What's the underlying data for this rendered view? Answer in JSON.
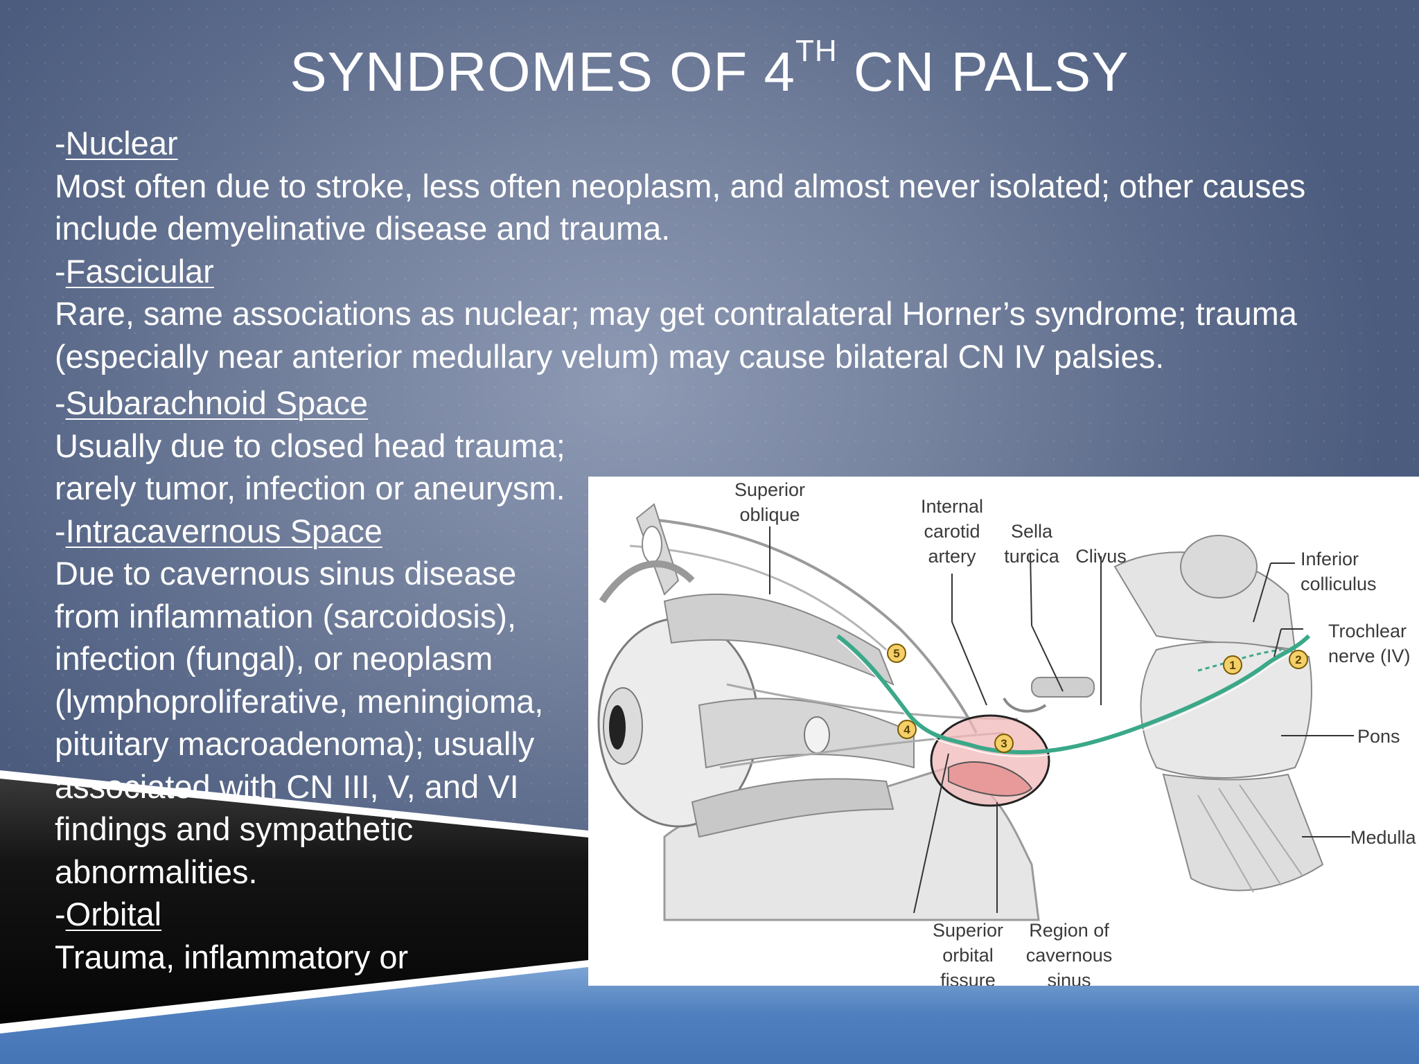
{
  "slide": {
    "title_main": "SYNDROMES OF 4",
    "title_sup": "TH",
    "title_end": " CN PALSY"
  },
  "sections": [
    {
      "dash": "-",
      "heading": "Nuclear",
      "text": "Most often due to stroke, less often neoplasm, and almost never isolated; other causes include demyelinative disease and trauma."
    },
    {
      "dash": "-",
      "heading": "Fascicular",
      "text": "Rare, same associations as nuclear; may get contralateral Horner’s syndrome; trauma (especially near anterior medullary velum) may cause bilateral CN IV palsies."
    },
    {
      "dash": "-",
      "heading": "Subarachnoid Space",
      "text": "Usually due to closed head trauma; rarely tumor, infection or aneurysm."
    },
    {
      "dash": "-",
      "heading": "Intracavernous Space",
      "text": "Due to cavernous sinus disease from inflammation (sarcoidosis), infection (fungal), or neoplasm (lymphoproliferative, meningioma, pituitary macroadenoma); usually associated with CN III, V, and VI findings and sympathetic abnormalities."
    },
    {
      "dash": "-",
      "heading": "Orbital",
      "text": "Trauma, inflammatory or"
    }
  ],
  "figure": {
    "labels": {
      "superior_oblique_1": "Superior",
      "superior_oblique_2": "oblique",
      "internal_carotid_1": "Internal",
      "internal_carotid_2": "carotid",
      "internal_carotid_3": "artery",
      "sella_1": "Sella",
      "sella_2": "turcica",
      "clivus": "Clivus",
      "inferior_colliculus_1": "Inferior",
      "inferior_colliculus_2": "colliculus",
      "trochlear_1": "Trochlear",
      "trochlear_2": "nerve (IV)",
      "pons": "Pons",
      "medulla": "Medulla",
      "superior_orbital_1": "Superior",
      "superior_orbital_2": "orbital",
      "superior_orbital_3": "fissure",
      "cavernous_1": "Region of",
      "cavernous_2": "cavernous",
      "cavernous_3": "sinus"
    },
    "markers": [
      "1",
      "2",
      "3",
      "4",
      "5"
    ]
  },
  "colors": {
    "nerve": "#3aa889",
    "sinus": "#f2b8b8",
    "bottom_band": "#4f7fbe",
    "dark_wedge": "#141414"
  }
}
